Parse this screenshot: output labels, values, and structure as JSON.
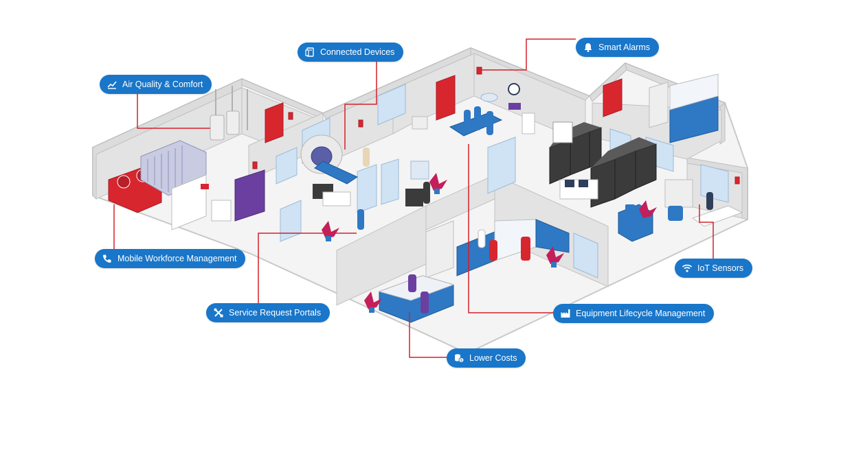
{
  "labels": {
    "air_quality": {
      "text": "Air Quality & Comfort",
      "icon": "line-chart-icon"
    },
    "connected_devices": {
      "text": "Connected Devices",
      "icon": "device-icon"
    },
    "smart_alarms": {
      "text": "Smart Alarms",
      "icon": "bell-icon"
    },
    "mobile_workforce": {
      "text": "Mobile Workforce Management",
      "icon": "phone-icon"
    },
    "service_request": {
      "text": "Service Request Portals",
      "icon": "tools-icon"
    },
    "iot_sensors": {
      "text": "IoT Sensors",
      "icon": "wifi-icon"
    },
    "equipment_lifecycle": {
      "text": "Equipment Lifecycle Management",
      "icon": "factory-icon"
    },
    "lower_costs": {
      "text": "Lower Costs",
      "icon": "coins-icon"
    }
  },
  "colors": {
    "pill": "#1976c9",
    "connector": "#d3202b",
    "wall": "#d9d9d9",
    "floor": "#f3f3f3",
    "accent_red": "#d8262f",
    "accent_blue": "#2f78c4",
    "server": "#3b3b3b"
  }
}
